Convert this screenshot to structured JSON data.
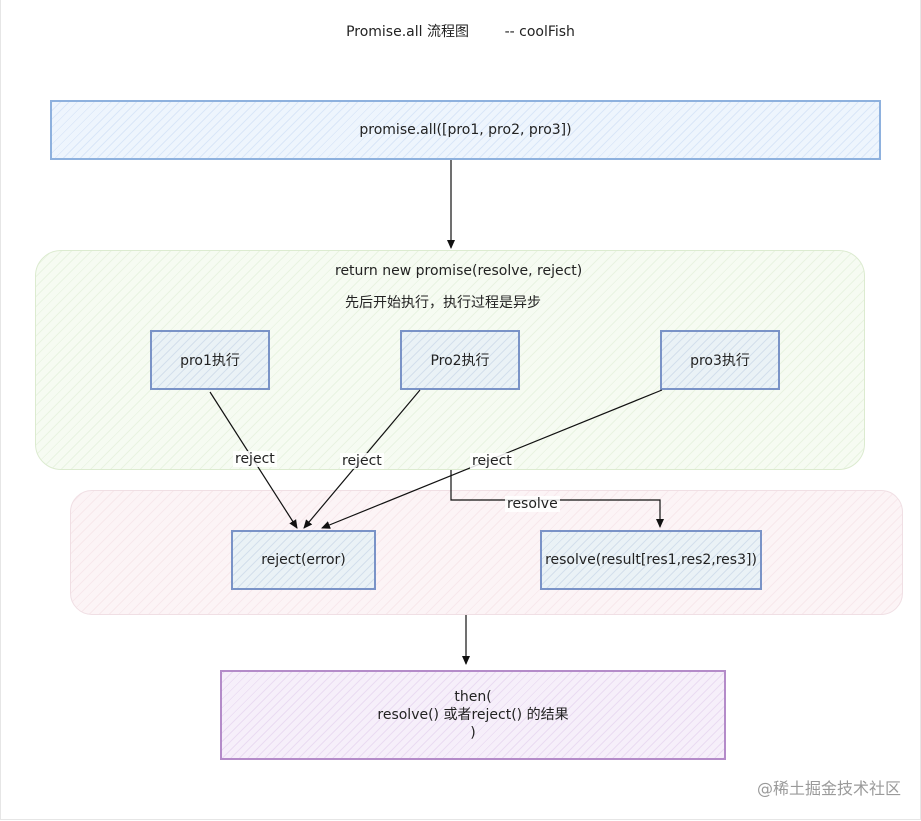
{
  "title": "Promise.all 流程图        -- coolFish",
  "top_box": "promise.all([pro1, pro2, pro3])",
  "group": {
    "line1": "return new promise(resolve, reject)",
    "line2": "先后开始执行，执行过程是异步"
  },
  "nodes": {
    "pro1": "pro1执行",
    "pro2": "Pro2执行",
    "pro3": "pro3执行",
    "reject": "reject(error)",
    "resolve": "resolve(result[res1,res2,res3])"
  },
  "edge_labels": {
    "reject1": "reject",
    "reject2": "reject",
    "reject3": "reject",
    "resolve": "resolve"
  },
  "then_box": {
    "line1": "then(",
    "line2": "resolve() 或者reject() 的结果",
    "line3": ")"
  },
  "watermark": "@稀土掘金技术社区"
}
